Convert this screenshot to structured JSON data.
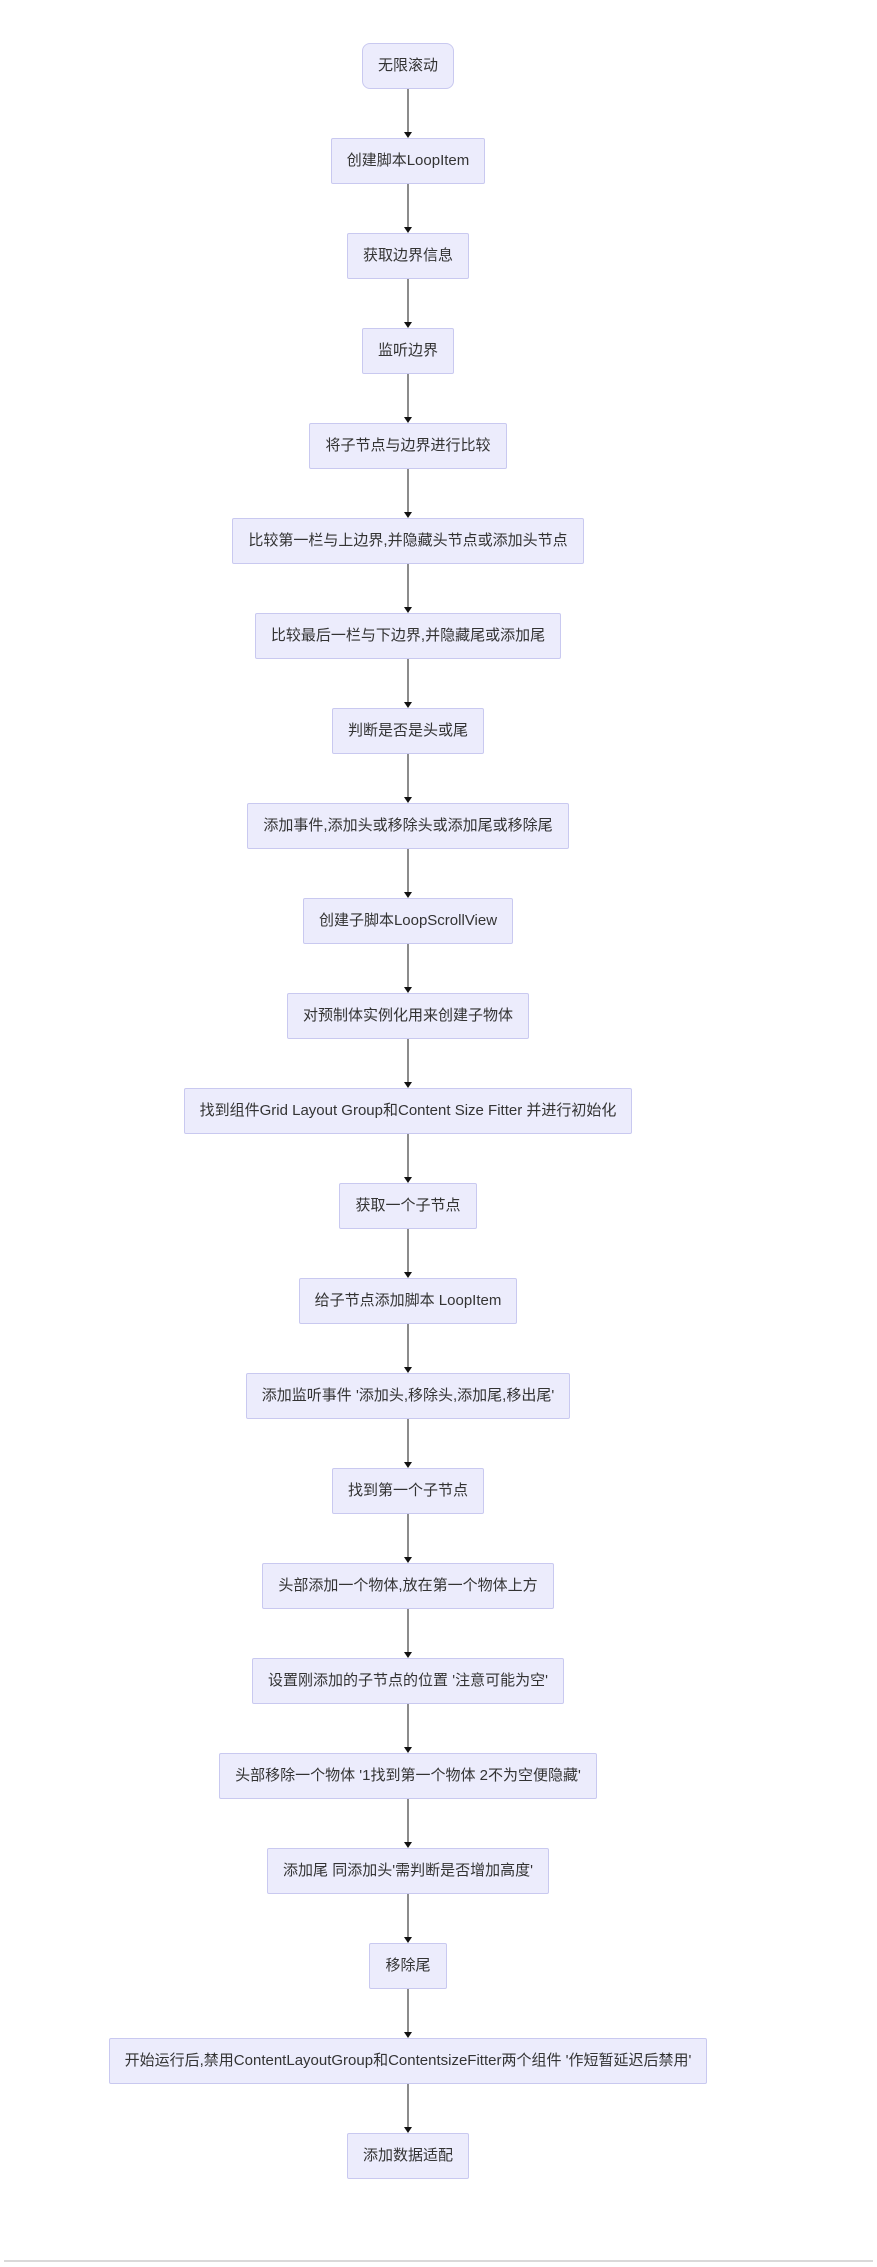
{
  "flowchart": {
    "nodes": [
      {
        "label": "无限滚动",
        "shape": "rounded"
      },
      {
        "label": "创建脚本LoopItem",
        "shape": "rect"
      },
      {
        "label": "获取边界信息",
        "shape": "rect"
      },
      {
        "label": "监听边界",
        "shape": "rect"
      },
      {
        "label": "将子节点与边界进行比较",
        "shape": "rect"
      },
      {
        "label": "比较第一栏与上边界,并隐藏头节点或添加头节点",
        "shape": "rect"
      },
      {
        "label": "比较最后一栏与下边界,并隐藏尾或添加尾",
        "shape": "rect"
      },
      {
        "label": "判断是否是头或尾",
        "shape": "rect"
      },
      {
        "label": "添加事件,添加头或移除头或添加尾或移除尾",
        "shape": "rect"
      },
      {
        "label": "创建子脚本LoopScrollView",
        "shape": "rect"
      },
      {
        "label": "对预制体实例化用来创建子物体",
        "shape": "rect"
      },
      {
        "label": "找到组件Grid Layout Group和Content Size Fitter 并进行初始化",
        "shape": "rect"
      },
      {
        "label": "获取一个子节点",
        "shape": "rect"
      },
      {
        "label": "给子节点添加脚本 LoopItem",
        "shape": "rect"
      },
      {
        "label": "添加监听事件 '添加头,移除头,添加尾,移出尾'",
        "shape": "rect"
      },
      {
        "label": "找到第一个子节点",
        "shape": "rect"
      },
      {
        "label": "头部添加一个物体,放在第一个物体上方",
        "shape": "rect"
      },
      {
        "label": "设置刚添加的子节点的位置 '注意可能为空'",
        "shape": "rect"
      },
      {
        "label": "头部移除一个物体 '1找到第一个物体 2不为空便隐藏'",
        "shape": "rect"
      },
      {
        "label": "添加尾 同添加头'需判断是否增加高度'",
        "shape": "rect"
      },
      {
        "label": "移除尾",
        "shape": "rect"
      },
      {
        "label": "开始运行后,禁用ContentLayoutGroup和ContentsizeFitter两个组件 '作短暂延迟后禁用'",
        "shape": "rect"
      },
      {
        "label": "添加数据适配",
        "shape": "rect"
      }
    ],
    "colors": {
      "node_fill": "#ececfc",
      "node_border": "#c9c9f0",
      "node_text": "#333333",
      "arrow_line": "#8c8c8c",
      "arrow_head": "#111111",
      "divider": "#d9d9d9"
    }
  }
}
